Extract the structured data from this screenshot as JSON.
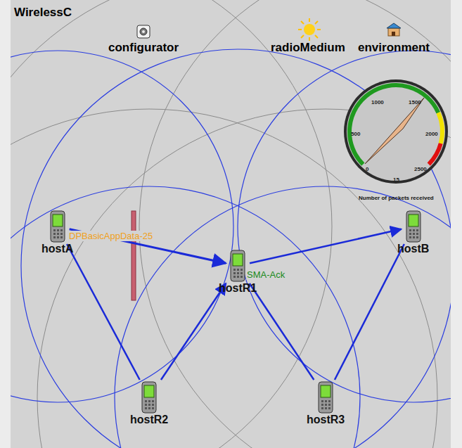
{
  "diagram": {
    "title": "WirelessC",
    "nodes": [
      {
        "text": [
          "hostA"
        ]
      },
      {
        "text": [
          "hostR1"
        ]
      },
      {
        "text": [
          "hostB"
        ]
      },
      {
        "text": [
          "hostR2"
        ]
      },
      {
        "text": [
          "hostR3"
        ]
      }
    ],
    "edges": [
      {
        "from": 0,
        "to": 1,
        "arrow": "to"
      },
      {
        "from": 0,
        "to": 3,
        "arrow": "none"
      },
      {
        "from": 3,
        "to": 1,
        "arrow": "to"
      },
      {
        "from": 1,
        "to": 2,
        "arrow": "to"
      },
      {
        "from": 1,
        "to": 4,
        "arrow": "none"
      },
      {
        "from": 4,
        "to": 2,
        "arrow": "none"
      }
    ],
    "labels": [
      "configurator",
      "radioMedium",
      "environment",
      "0",
      "500",
      "1000",
      "1500",
      "2000",
      "2500",
      "15",
      "Number of packets received",
      "DPBasicAppData-25",
      "SMA-Ack"
    ]
  }
}
